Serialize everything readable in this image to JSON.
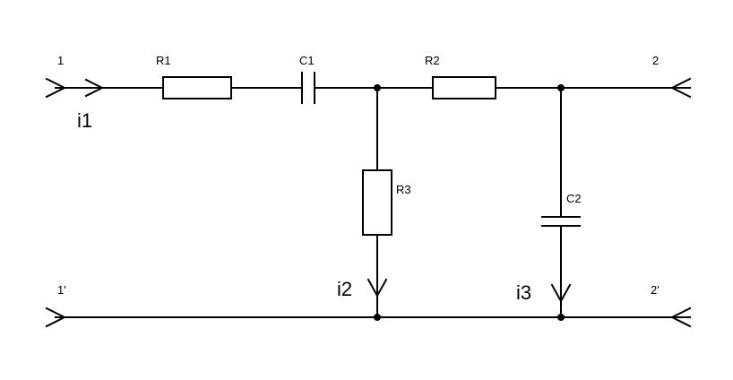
{
  "circuit": {
    "terminals": {
      "t1": "1",
      "t1p": "1'",
      "t2": "2",
      "t2p": "2'"
    },
    "components": {
      "r1": "R1",
      "c1": "C1",
      "r2": "R2",
      "r3": "R3",
      "c2": "C2"
    },
    "currents": {
      "i1": "i1",
      "i2": "i2",
      "i3": "i3"
    },
    "colors": {
      "line": "#000000",
      "background": "#ffffff"
    }
  }
}
